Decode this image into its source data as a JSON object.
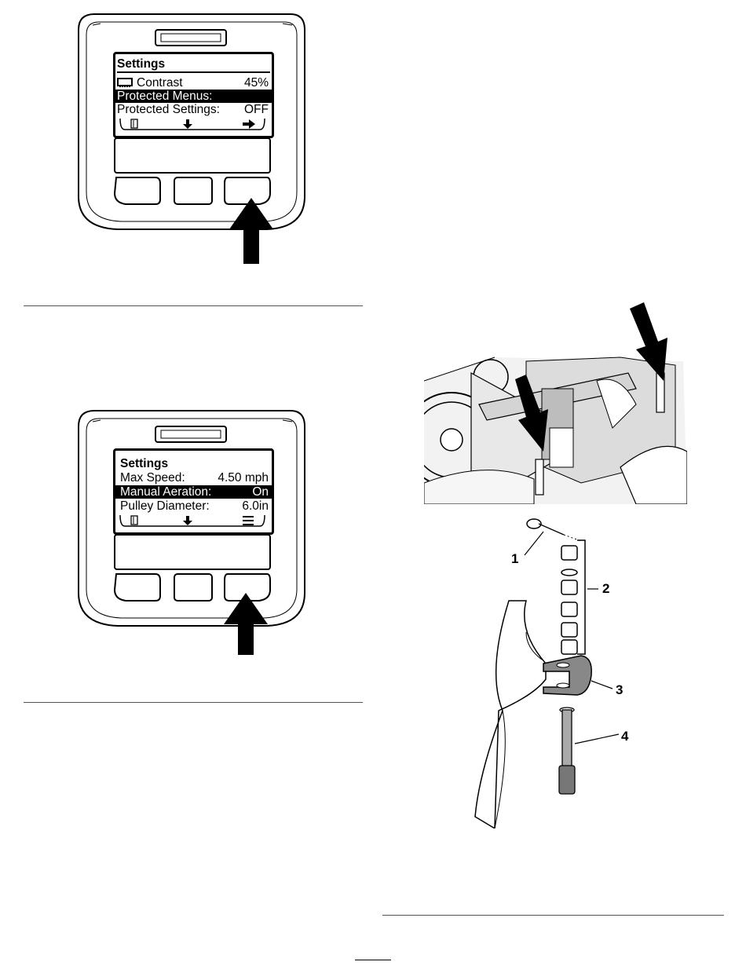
{
  "display1": {
    "title": "Settings",
    "rows": [
      {
        "label": "Contrast",
        "value": "45%"
      },
      {
        "label": "Protected Menus:",
        "value": ""
      },
      {
        "label": "Protected Settings:",
        "value": "OFF"
      }
    ]
  },
  "display2": {
    "title": "Settings",
    "rows": [
      {
        "label": "Max Speed:",
        "value": "4.50 mph"
      },
      {
        "label": "Manual Aeration:",
        "value": "On"
      },
      {
        "label": "Pulley Diameter:",
        "value": "6.0in"
      }
    ]
  },
  "callouts": [
    "1",
    "2",
    "3",
    "4"
  ],
  "icons": [
    "monitor-icon",
    "exit-door-icon",
    "down-arrow-icon",
    "right-arrow-icon",
    "menu-icon",
    "press-arrow-icon"
  ]
}
